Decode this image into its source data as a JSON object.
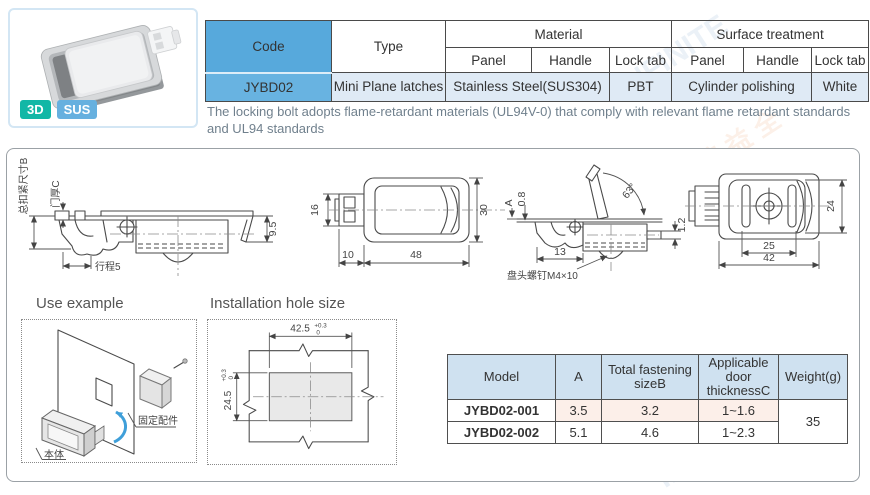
{
  "watermark": {
    "brand": "INFINITE",
    "brand_cjk": "鲸益全"
  },
  "product_card": {
    "badge_3d": "3D",
    "badge_sus": "SUS"
  },
  "spec_table": {
    "code_header": "Code",
    "type_header": "Type",
    "material_header": "Material",
    "surface_header": "Surface treatment",
    "sub_panel": "Panel",
    "sub_handle": "Handle",
    "sub_lock_tab": "Lock tab",
    "row": {
      "code": "JYBD02",
      "type": "Mini Plane latches",
      "material_panel_handle": "Stainless Steel(SUS304)",
      "material_lock_tab": "PBT",
      "surface_panel_handle": "Cylinder polishing",
      "surface_lock_tab": "White"
    }
  },
  "description": "The locking bolt adopts flame-retardant materials (UL94V-0) that comply with relevant flame retardant standards and UL94 standards",
  "drawings": {
    "side_view": {
      "label_b": "总扣紧尺寸B",
      "label_c": "门厚C",
      "stroke_label": "行程5",
      "dim_9_5": "9.5"
    },
    "front_view": {
      "dim_16": "16",
      "dim_30": "30",
      "dim_10": "10",
      "dim_48": "48"
    },
    "open_view": {
      "angle": "63°",
      "dim_a": "A",
      "dim_0_8": "0.8",
      "dim_1_2": "1.2",
      "dim_13": "13",
      "screw_label": "盘头螺钉M4×10"
    },
    "back_view": {
      "dim_24": "24",
      "dim_25": "25",
      "dim_42": "42"
    }
  },
  "use_example": {
    "title": "Use example",
    "fixing_label": "固定配件",
    "body_label": "本体"
  },
  "installation": {
    "title": "Installation hole size",
    "width": "42.5",
    "width_tol_top": "+0.3",
    "width_tol_bottom": "0",
    "height": "24.5",
    "height_tol_top": "+0.3",
    "height_tol_bottom": "0"
  },
  "model_table": {
    "headers": [
      "Model",
      "A",
      "Total fastening sizeB",
      "Applicable door thicknessC",
      "Weight(g)"
    ],
    "rows": [
      {
        "model": "JYBD02-001",
        "a": "3.5",
        "b": "3.2",
        "c": "1~1.6"
      },
      {
        "model": "JYBD02-002",
        "a": "5.1",
        "b": "4.6",
        "c": "1~2.3"
      }
    ],
    "weight": "35"
  },
  "colors": {
    "accent_blue": "#57a9dc",
    "accent_blue_light": "#68b3e1",
    "badge_teal": "#12b7a6",
    "badge_blue": "#66b0df",
    "row_tint": "#dfeaf5",
    "header_tint": "#cfe1f0",
    "highlight_pink": "#fcefe9",
    "model_link_blue": "#2458a8"
  }
}
